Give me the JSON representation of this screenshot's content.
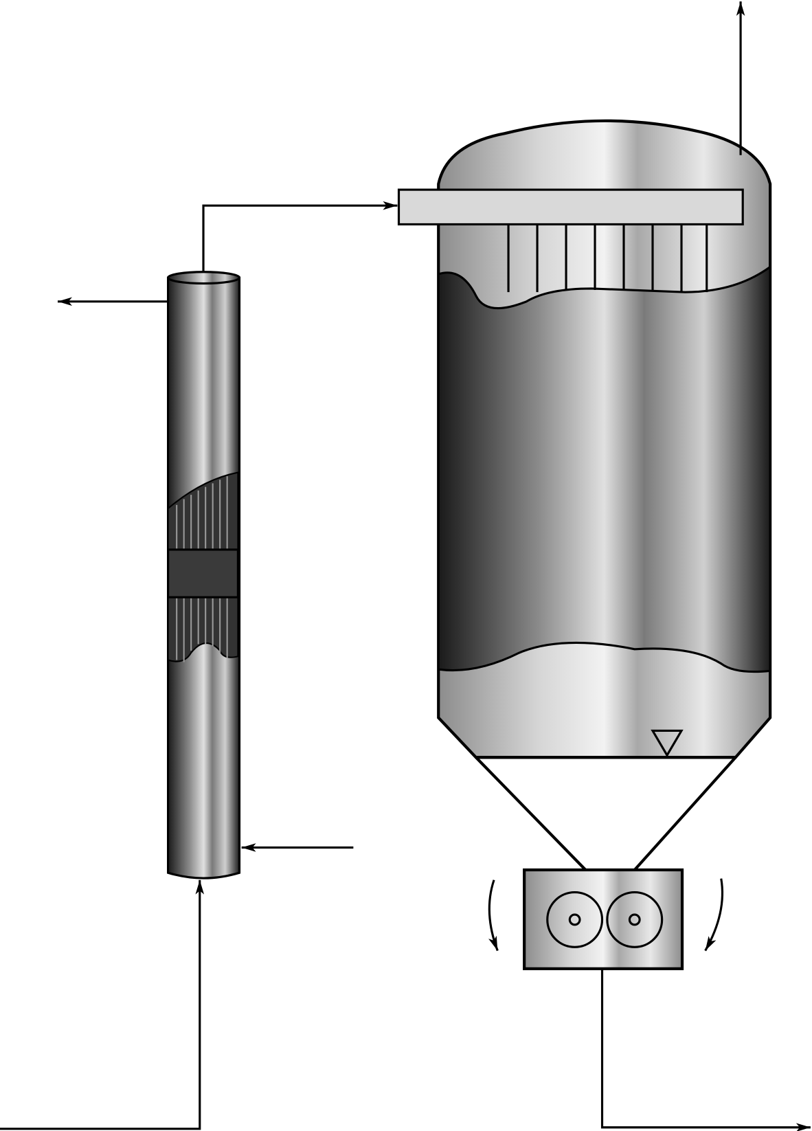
{
  "diagram": {
    "type": "process-flow",
    "components": [
      "column",
      "spray-tank",
      "distributor-bar",
      "rotary-valve"
    ],
    "colors": {
      "stroke": "#000000",
      "metal_dark": "#1e1e1e",
      "metal_light": "#e6e6e6",
      "distributor": "#d9d9d9",
      "background": "#ffffff"
    }
  }
}
